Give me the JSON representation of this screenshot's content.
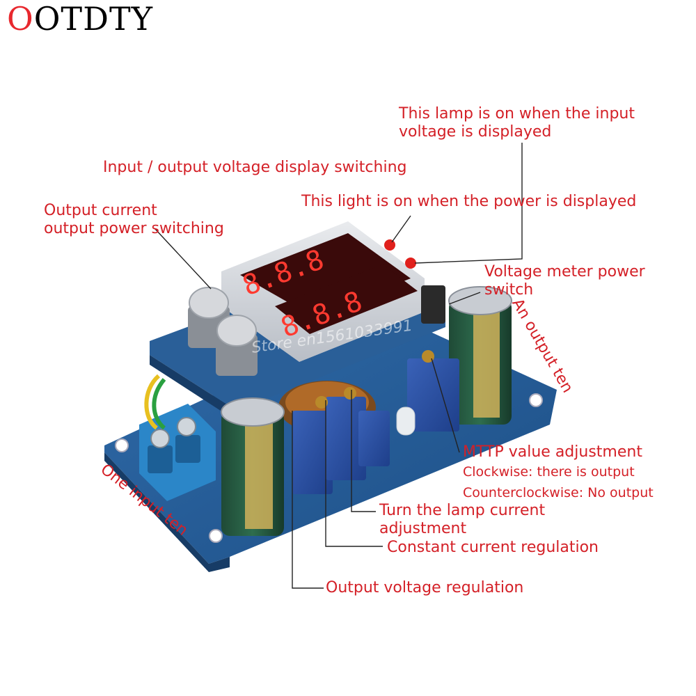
{
  "brand": {
    "first_letter": "O",
    "rest": "OTDTY",
    "accent_color": "#e8282e"
  },
  "watermark": "Store en1561033991",
  "callouts": {
    "input_lamp_line1": "This lamp is on when the input",
    "input_lamp_line2": "voltage is displayed",
    "display_switching": "Input / output voltage display switching",
    "power_light": "This light is on when the power is displayed",
    "current_switch_line1": "Output current",
    "current_switch_line2": "output power switching",
    "meter_switch_line1": "Voltage meter power",
    "meter_switch_line2": "switch",
    "output_ten": "An output ten",
    "input_ten": "One input ten",
    "mttp": "MTTP value adjustment",
    "clockwise": "Clockwise: there is output",
    "counterclockwise": "Counterclockwise: No output",
    "lamp_current_line1": "Turn the lamp current",
    "lamp_current_line2": "adjustment",
    "constant_current": "Constant current regulation",
    "output_voltage": "Output voltage regulation"
  },
  "label_color": "#d42027"
}
